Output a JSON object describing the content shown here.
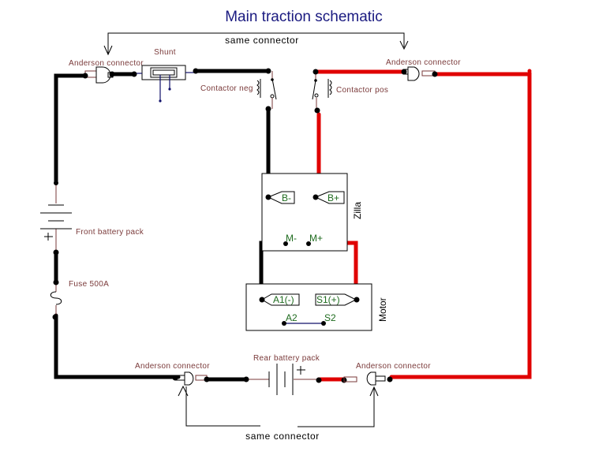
{
  "title": "Main traction schematic",
  "labels": {
    "same_connector_top": "same connector",
    "same_connector_bottom": "same connector",
    "shunt": "Shunt",
    "anderson_top_left": "Anderson connector",
    "anderson_top_right": "Anderson connector",
    "anderson_bottom_left": "Anderson connector",
    "anderson_bottom_right": "Anderson connector",
    "contactor_neg": "Contactor neg",
    "contactor_pos": "Contactor pos",
    "front_battery": "Front battery pack",
    "rear_battery": "Rear battery pack",
    "fuse": "Fuse 500A",
    "battery_plus": "+"
  },
  "controller": {
    "name": "Zilla",
    "terminals": {
      "b_minus": "B-",
      "b_plus": "B+",
      "m_minus": "M-",
      "m_plus": "M+"
    }
  },
  "motor": {
    "name": "Motor",
    "terminals": {
      "a1": "A1(-)",
      "s1": "S1(+)",
      "a2": "A2",
      "s2": "S2"
    }
  },
  "colors": {
    "negative_wire": "#000000",
    "positive_wire": "#e00000",
    "label": "#7a3a3a",
    "terminal_label": "#1e6b1e",
    "title": "#1a1a80",
    "signal_wire": "#10106a"
  }
}
